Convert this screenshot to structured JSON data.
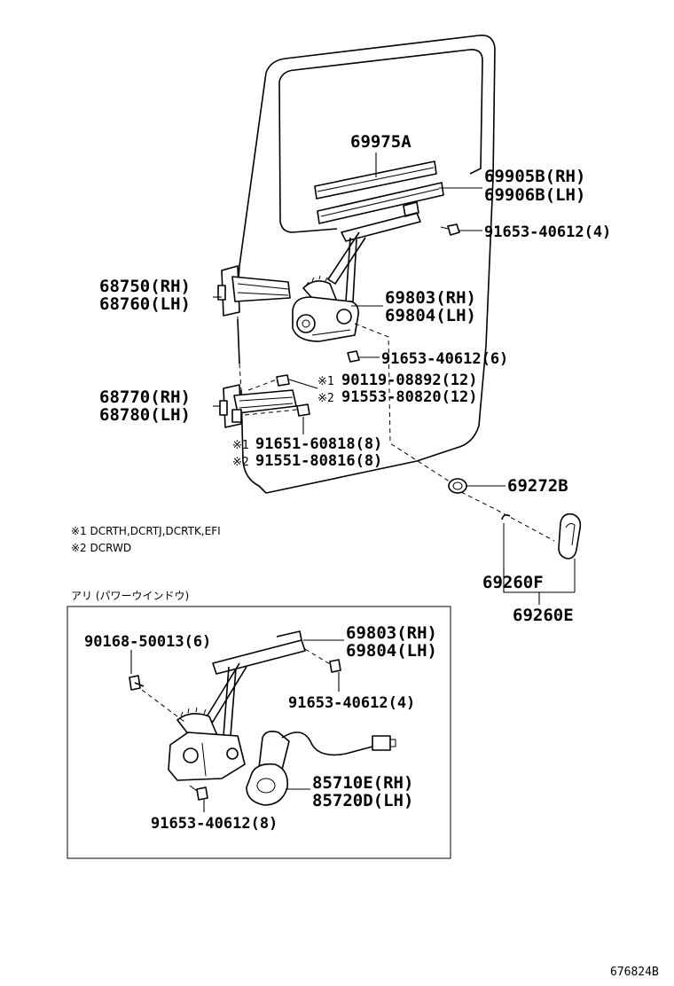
{
  "labels": {
    "glass_channel": "69975A",
    "run_rh": "69905B(RH)",
    "run_lh": "69906B(LH)",
    "bolt_top": "91653-40612(4)",
    "hinge_upper_rh": "68750(RH)",
    "hinge_upper_lh": "68760(LH)",
    "regulator_rh": "69803(RH)",
    "regulator_lh": "69804(LH)",
    "bolt_mid": "91653-40612(6)",
    "hinge_lower_rh": "68770(RH)",
    "hinge_lower_lh": "68780(LH)",
    "bolt_a1_mark": "※1",
    "bolt_a1": "90119-08892(12)",
    "bolt_a2_mark": "※2",
    "bolt_a2": "91553-80820(12)",
    "bolt_b1_mark": "※1",
    "bolt_b1": "91651-60818(8)",
    "bolt_b2_mark": "※2",
    "bolt_b2": "91551-80816(8)",
    "washer": "69272B",
    "handle_clip": "69260F",
    "handle": "69260E"
  },
  "notes": {
    "note1": "※1 DCRTH,DCRTJ,DCRTK,EFI",
    "note2": "※2 DCRWD"
  },
  "power_window": {
    "heading": "アリ (パワーウインドウ)",
    "bolt_left": "90168-50013(6)",
    "regulator_rh": "69803(RH)",
    "regulator_lh": "69804(LH)",
    "bolt_right": "91653-40612(4)",
    "motor_rh": "85710E(RH)",
    "motor_lh": "85720D(LH)",
    "bolt_bottom": "91653-40612(8)"
  },
  "footer": {
    "diagram_code": "676824B"
  }
}
